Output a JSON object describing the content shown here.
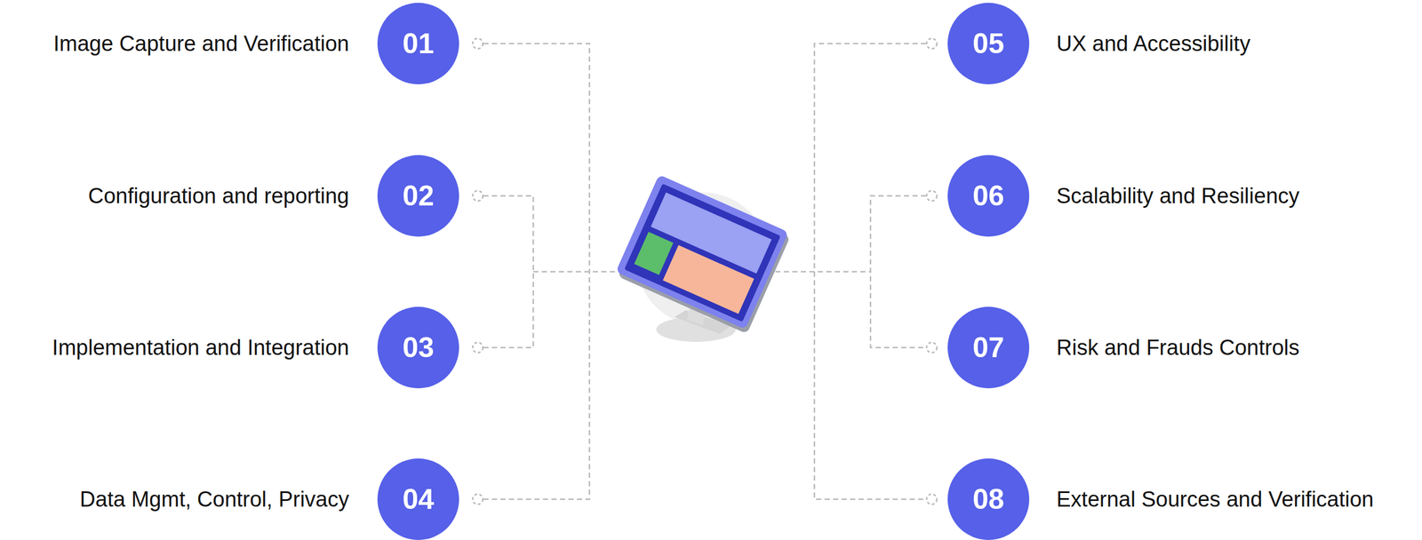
{
  "diagram": {
    "nodes": [
      {
        "text": [
          "Image Capture and Verification",
          "01"
        ]
      },
      {
        "text": [
          "Configuration and reporting",
          "02"
        ]
      },
      {
        "text": [
          "Implementation and Integration",
          "03"
        ]
      },
      {
        "text": [
          "Data Mgmt, Control, Privacy",
          "04"
        ]
      },
      {
        "text": [
          "05",
          "UX and Accessibility"
        ]
      },
      {
        "text": [
          "06",
          "Scalability and Resiliency"
        ]
      },
      {
        "text": [
          "07",
          "Risk and Frauds Controls"
        ]
      },
      {
        "text": [
          "08",
          "External Sources and Verification"
        ]
      }
    ]
  }
}
